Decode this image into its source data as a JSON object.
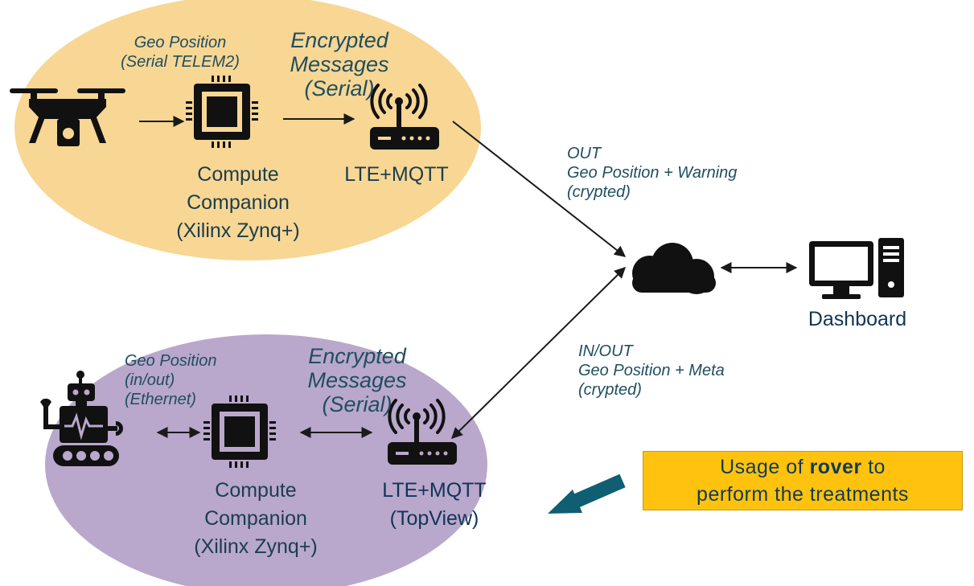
{
  "top": {
    "geo_label": [
      "Geo Position",
      "(Serial TELEM2)"
    ],
    "encrypted_label": [
      "Encrypted",
      "Messages",
      "(Serial)"
    ],
    "companion_label": [
      "Compute",
      "Companion",
      "(Xilinx Zynq+)"
    ],
    "lte_label": "LTE+MQTT"
  },
  "bottom": {
    "geo_label": [
      "Geo Position",
      "(in/out)",
      "(Ethernet)"
    ],
    "encrypted_label": [
      "Encrypted",
      "Messages",
      "(Serial)"
    ],
    "companion_label": [
      "Compute",
      "Companion",
      "(Xilinx Zynq+)"
    ],
    "lte_label": [
      "LTE+MQTT",
      "(TopView)"
    ]
  },
  "links": {
    "out_label": [
      "OUT",
      "Geo Position + Warning",
      "(crypted)"
    ],
    "inout_label": [
      "IN/OUT",
      "Geo Position + Meta",
      "(crypted)"
    ]
  },
  "dashboard_label": "Dashboard",
  "note": {
    "line1_prefix": "Usage of ",
    "line1_bold": "rover",
    "line1_suffix": " to",
    "line2": "perform the treatments"
  },
  "colors": {
    "top_ellipse": "#f8d694",
    "bottom_ellipse": "#b9a7cc",
    "note_box": "#ffc20e",
    "note_arrow": "#0f5e72",
    "icon": "#111111"
  },
  "icons": [
    "drone-icon",
    "chip-icon",
    "router-icon",
    "cloud-icon",
    "computer-icon",
    "robot-icon",
    "arrow-icon"
  ]
}
